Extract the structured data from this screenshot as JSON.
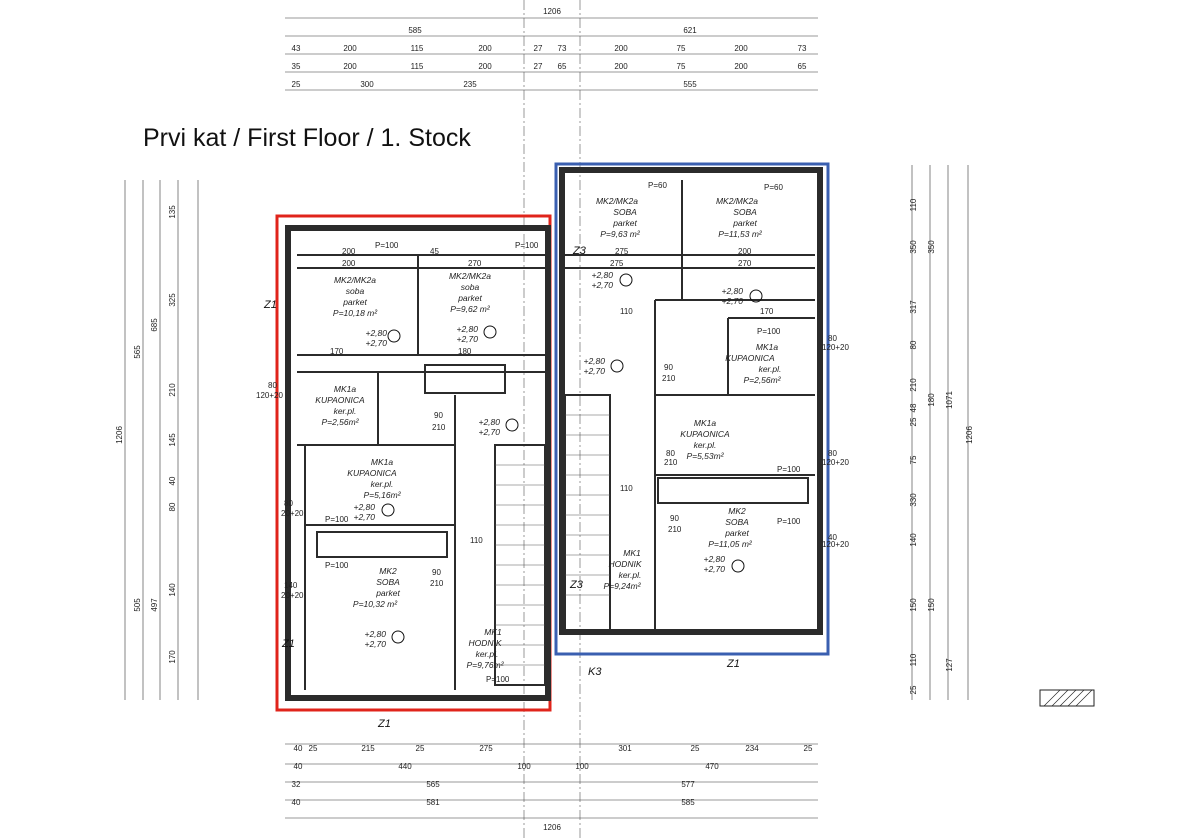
{
  "title": "Prvi kat / First Floor / 1. Stock",
  "colors": {
    "left_unit_outline": "#e0241b",
    "right_unit_outline": "#3a5fb0",
    "wall": "#2b2b2b"
  },
  "top_dimensions": {
    "overall": "1206",
    "row1": [
      "585",
      "621"
    ],
    "row2": [
      "43",
      "200",
      "115",
      "200",
      "27",
      "73",
      "200",
      "75",
      "200",
      "73"
    ],
    "row3": [
      "35",
      "200",
      "115",
      "200",
      "27",
      "65",
      "200",
      "75",
      "200",
      "65"
    ],
    "row4": [
      "25",
      "300",
      "235",
      "555"
    ]
  },
  "bottom_dimensions": {
    "row1": [
      "40",
      "25",
      "215",
      "25",
      "275",
      "301",
      "25",
      "234",
      "25"
    ],
    "row2": [
      "40",
      "440",
      "100",
      "100",
      "470"
    ],
    "row3": [
      "32",
      "565",
      "577"
    ],
    "row4": [
      "40",
      "581",
      "585"
    ],
    "overall": "1206"
  },
  "left_dimensions": {
    "outer": [
      "1206"
    ],
    "col2": [
      "565",
      "505"
    ],
    "col3": [
      "685",
      "497"
    ],
    "col4": [
      "135",
      "325",
      "210",
      "145",
      "40",
      "80",
      "140",
      "170"
    ]
  },
  "right_dimensions": {
    "col1": [
      "110",
      "350",
      "317",
      "80",
      "210",
      "48",
      "25",
      "75",
      "330",
      "140",
      "150",
      "110",
      "25"
    ],
    "col2": [
      "350",
      "180",
      "1071",
      "150",
      "127"
    ],
    "outer": [
      "1206"
    ]
  },
  "left_unit_rooms": [
    {
      "name": "MK2/MK2a",
      "type": "soba",
      "floor": "parket",
      "area": "P=10,18 m²"
    },
    {
      "name": "MK2/MK2a",
      "type": "soba",
      "floor": "parket",
      "area": "P=9,62 m²"
    },
    {
      "name": "MK1a",
      "type": "KUPAONICA",
      "floor": "ker.pl.",
      "area": "P=2,56m²"
    },
    {
      "name": "MK1a",
      "type": "KUPAONICA",
      "floor": "ker.pl.",
      "area": "P=5,16m²"
    },
    {
      "name": "MK2",
      "type": "SOBA",
      "floor": "parket",
      "area": "P=10,32 m²"
    },
    {
      "name": "MK1",
      "type": "HODNIK",
      "floor": "ker.pl.",
      "area": "P=9,76m²"
    }
  ],
  "right_unit_rooms": [
    {
      "name": "MK2/MK2a",
      "type": "SOBA",
      "floor": "parket",
      "area": "P=9,63 m²"
    },
    {
      "name": "MK2/MK2a",
      "type": "SOBA",
      "floor": "parket",
      "area": "P=11,53 m²"
    },
    {
      "name": "MK1a",
      "type": "KUPAONICA",
      "floor": "ker.pl.",
      "area": "P=2,56m²"
    },
    {
      "name": "MK1a",
      "type": "KUPAONICA",
      "floor": "ker.pl.",
      "area": "P=5,53m²"
    },
    {
      "name": "MK2",
      "type": "SOBA",
      "floor": "parket",
      "area": "P=11,05 m²"
    },
    {
      "name": "MK1",
      "type": "HODNIK",
      "floor": "ker.pl.",
      "area": "P=9,24m²"
    }
  ],
  "level_marks": [
    "+2,80",
    "+2,70"
  ],
  "section_labels": [
    "Z1",
    "Z3",
    "K3"
  ],
  "misc_labels": [
    "P=100",
    "P=60",
    "120+20",
    "20+20",
    "90",
    "210",
    "80",
    "140",
    "40",
    "110",
    "170",
    "180",
    "270",
    "275",
    "200",
    "45"
  ]
}
